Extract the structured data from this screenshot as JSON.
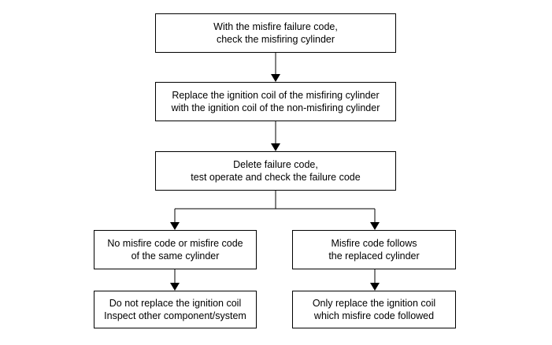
{
  "flowchart": {
    "steps": [
      {
        "id": "check-cylinder",
        "text": "With the misfire failure code,\ncheck the misfiring cylinder"
      },
      {
        "id": "swap-coil",
        "text": "Replace the ignition coil of the misfiring cylinder\nwith the ignition coil of the non-misfiring cylinder"
      },
      {
        "id": "delete-test",
        "text": "Delete failure code,\ntest operate and check the  failure code"
      },
      {
        "id": "same-cylinder",
        "text": "No misfire code or misfire code\nof the same cylinder"
      },
      {
        "id": "follows-cylinder",
        "text": "Misfire code follows\nthe replaced cylinder"
      },
      {
        "id": "do-not-replace",
        "text": "Do not replace the ignition coil\nInspect other component/system"
      },
      {
        "id": "replace-coil",
        "text": "Only replace the ignition coil\nwhich misfire code followed"
      }
    ],
    "line_color": "#000000",
    "box_border_color": "#000000"
  }
}
